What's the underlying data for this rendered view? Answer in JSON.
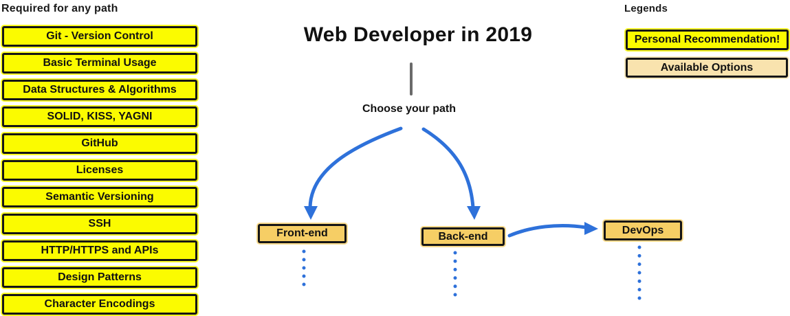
{
  "title": "Web Developer in 2019",
  "choose_path_label": "Choose your path",
  "required_section": {
    "heading": "Required for any path",
    "items": [
      "Git - Version Control",
      "Basic Terminal Usage",
      "Data Structures & Algorithms",
      "SOLID, KISS, YAGNI",
      "GitHub",
      "Licenses",
      "Semantic Versioning",
      "SSH",
      "HTTP/HTTPS and APIs",
      "Design Patterns",
      "Character Encodings"
    ]
  },
  "path_nodes": {
    "frontend": "Front-end",
    "backend": "Back-end",
    "devops": "DevOps"
  },
  "legends": {
    "heading": "Legends",
    "personal_recommendation": "Personal Recommendation!",
    "available_options": "Available Options"
  },
  "colors": {
    "recommendation_yellow": "#FBFB00",
    "available_option_tan": "#F9E3AE",
    "path_node_gold": "#F6CE65",
    "arrow_blue": "#2E71DA",
    "connector_gray": "#6A6A6A",
    "border_black": "#151515"
  }
}
